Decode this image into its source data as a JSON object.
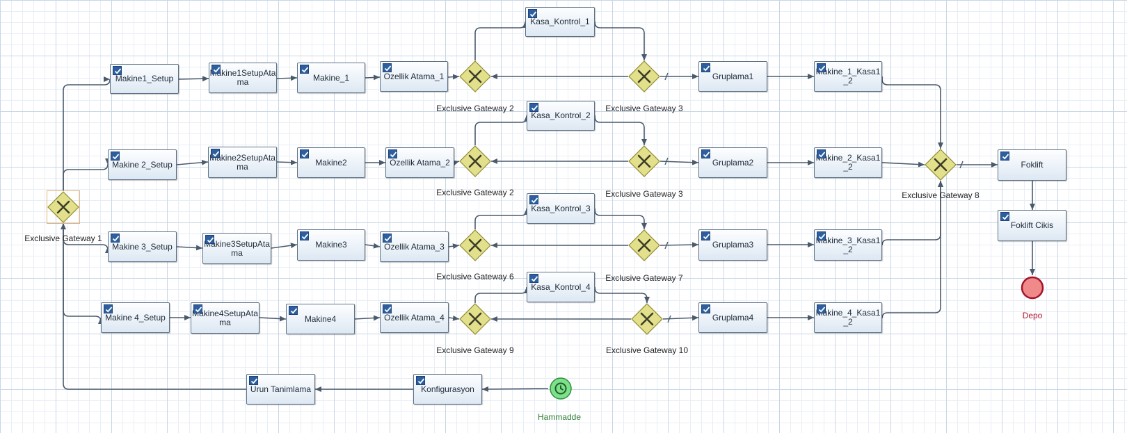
{
  "tasks": [
    {
      "id": "m1setup",
      "label": "Makine1_Setup"
    },
    {
      "id": "m1atama",
      "label": "Makine1SetupAta ma"
    },
    {
      "id": "m1",
      "label": "Makine_1"
    },
    {
      "id": "oz1",
      "label": "Ozellik Atama_1"
    },
    {
      "id": "kk1",
      "label": "Kasa_Kontrol_1"
    },
    {
      "id": "gr1",
      "label": "Gruplama1"
    },
    {
      "id": "mk1",
      "label": "Makine_1_Kasa1 _2"
    },
    {
      "id": "m2setup",
      "label": "Makine 2_Setup"
    },
    {
      "id": "m2atama",
      "label": "Makine2SetupAta ma"
    },
    {
      "id": "m2",
      "label": "Makine2"
    },
    {
      "id": "oz2",
      "label": "Ozellik Atama_2"
    },
    {
      "id": "kk2",
      "label": "Kasa_Kontrol_2"
    },
    {
      "id": "gr2",
      "label": "Gruplama2"
    },
    {
      "id": "mk2",
      "label": "Makine_2_Kasa1 _2"
    },
    {
      "id": "m3setup",
      "label": "Makine 3_Setup"
    },
    {
      "id": "m3atama",
      "label": "Makine3SetupAta ma"
    },
    {
      "id": "m3",
      "label": "Makine3"
    },
    {
      "id": "oz3",
      "label": "Ozellik Atama_3"
    },
    {
      "id": "kk3",
      "label": "Kasa_Kontrol_3"
    },
    {
      "id": "gr3",
      "label": "Gruplama3"
    },
    {
      "id": "mk3",
      "label": "Makine_3_Kasa1 _2"
    },
    {
      "id": "m4setup",
      "label": "Makine 4_Setup"
    },
    {
      "id": "m4atama",
      "label": "Makine4SetupAta ma"
    },
    {
      "id": "m4",
      "label": "Makine4"
    },
    {
      "id": "oz4",
      "label": "Ozellik Atama_4"
    },
    {
      "id": "kk4",
      "label": "Kasa_Kontrol_4"
    },
    {
      "id": "gr4",
      "label": "Gruplama4"
    },
    {
      "id": "mk4",
      "label": "Makine_4_Kasa1 _2"
    },
    {
      "id": "urun",
      "label": "Urun Tanimlama"
    },
    {
      "id": "konf",
      "label": "Konfigurasyon"
    },
    {
      "id": "foklift",
      "label": "Foklift"
    },
    {
      "id": "fcikis",
      "label": "Foklift Cikis"
    }
  ],
  "gateways": [
    {
      "id": "g1",
      "label": "Exclusive Gateway 1"
    },
    {
      "id": "g2a",
      "label": "Exclusive Gateway 2"
    },
    {
      "id": "g3a",
      "label": "Exclusive Gateway 3"
    },
    {
      "id": "g2b",
      "label": "Exclusive Gateway 2"
    },
    {
      "id": "g3b",
      "label": "Exclusive Gateway 3"
    },
    {
      "id": "g6",
      "label": "Exclusive Gateway 6"
    },
    {
      "id": "g7",
      "label": "Exclusive Gateway 7"
    },
    {
      "id": "g9",
      "label": "Exclusive Gateway 9"
    },
    {
      "id": "g10",
      "label": "Exclusive Gateway 10"
    },
    {
      "id": "g8",
      "label": "Exclusive Gateway 8"
    }
  ],
  "events": [
    {
      "id": "start",
      "type": "start",
      "label": "Hammadde"
    },
    {
      "id": "end",
      "type": "end",
      "label": "Depo"
    }
  ],
  "colors": {
    "edge": "#4a5a6b",
    "task_border": "#5d7186",
    "gateway_fill": "#e3e08c",
    "gateway_border": "#8f8a2f",
    "start_fill": "#7de08a",
    "end_fill": "#f08a8a"
  }
}
